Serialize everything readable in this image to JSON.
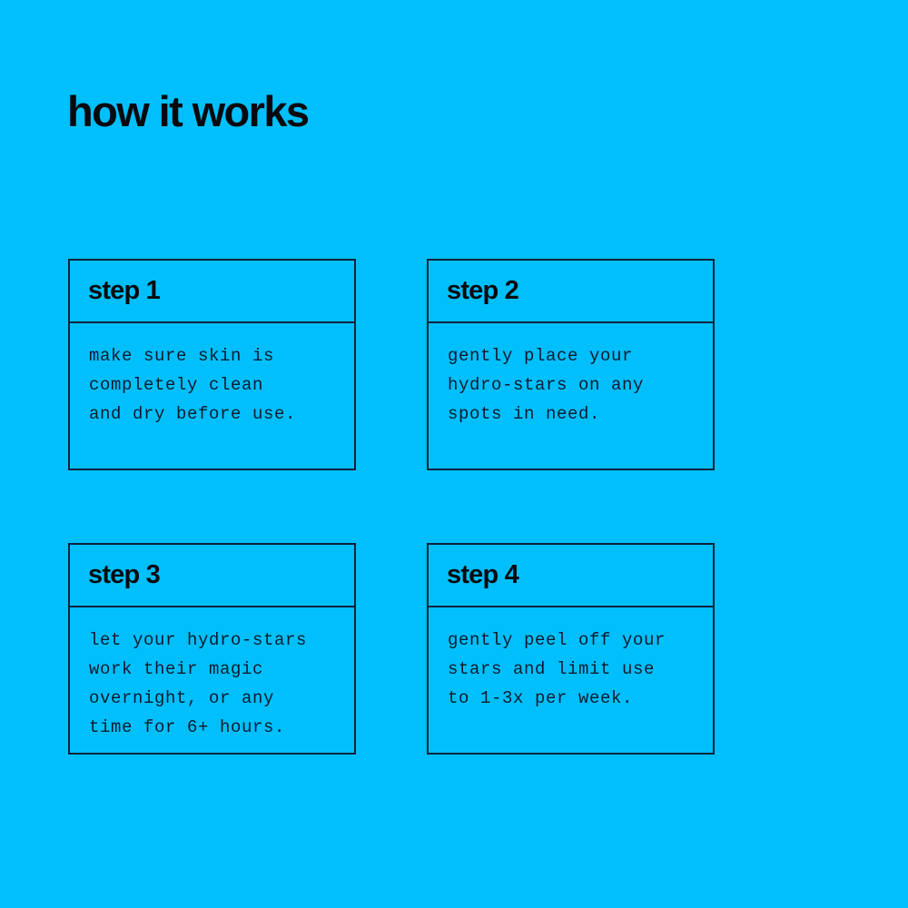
{
  "theme": {
    "background_color": "#00bffb",
    "border_color": "#11223c",
    "heading_color": "#08090d",
    "body_text_color": "#0d1b2e"
  },
  "header": {
    "title": "how it works"
  },
  "steps": [
    {
      "label": "step 1",
      "lines": [
        "make sure skin is",
        "completely clean",
        "and dry before use."
      ]
    },
    {
      "label": "step 2",
      "lines": [
        "gently place your",
        "hydro-stars on any",
        "spots in need."
      ]
    },
    {
      "label": "step 3",
      "lines": [
        "let your hydro-stars",
        "work their magic",
        "overnight, or any",
        "time for 6+ hours."
      ]
    },
    {
      "label": "step 4",
      "lines": [
        "gently peel off your",
        "stars and limit use",
        "to 1-3x per week."
      ]
    }
  ]
}
